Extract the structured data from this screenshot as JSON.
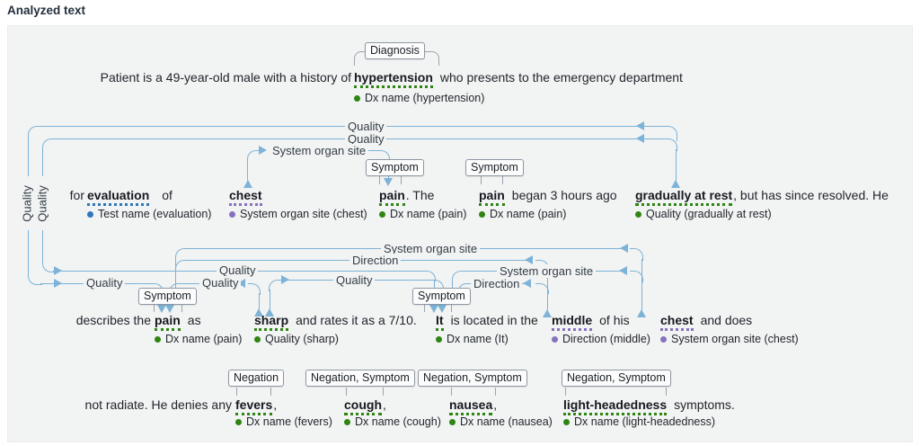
{
  "title": "Analyzed text",
  "colors": {
    "arc_blue": "#7db3d8",
    "entity_green": "#2e8512",
    "entity_purple": "#8672bd",
    "entity_blue": "#2e77bb"
  },
  "tags": {
    "diagnosis": "Diagnosis",
    "symptom": "Symptom",
    "negation": "Negation",
    "negation_symptom": "Negation, Symptom"
  },
  "arc_labels": {
    "quality": "Quality",
    "direction": "Direction",
    "system_organ_site": "System organ site"
  },
  "line1": {
    "pre": "Patient is a 49-year-old male with a history of",
    "entity": "hypertension",
    "post": "who presents to the emergency department",
    "annotation": "Dx name (hypertension)"
  },
  "line2": {
    "pre": "for",
    "e1": "evaluation",
    "e1_post": "of",
    "e1_ann": "Test name (evaluation)",
    "e2": "chest",
    "e2_ann": "System organ site (chest)",
    "e3": "pain",
    "e3_post": ". The",
    "e3_ann": "Dx name (pain)",
    "e4": "pain",
    "e4_post": "began 3 hours ago",
    "e4_ann": "Dx name (pain)",
    "e5": "gradually at rest",
    "e5_post": ", but has since resolved. He",
    "e5_ann": "Quality (gradually at rest)"
  },
  "line3": {
    "pre": "describes the",
    "e1": "pain",
    "e1_post": "as",
    "e1_ann": "Dx name (pain)",
    "e2": "sharp",
    "e2_post": "and rates it as a 7/10.",
    "e2_ann": "Quality (sharp)",
    "e3": "It",
    "e3_post": "is located in the",
    "e3_ann": "Dx name (It)",
    "e4": "middle",
    "e4_post": "of his",
    "e4_ann": "Direction (middle)",
    "e5": "chest",
    "e5_post": "and does",
    "e5_ann": "System organ site (chest)"
  },
  "line4": {
    "pre": "not radiate. He denies any",
    "e1": "fevers",
    "e1_post": ",",
    "e1_ann": "Dx name (fevers)",
    "e2": "cough",
    "e2_post": ",",
    "e2_ann": "Dx name (cough)",
    "e3": "nausea",
    "e3_post": ",",
    "e3_ann": "Dx name (nausea)",
    "e4": "light-headedness",
    "e4_post": "symptoms.",
    "e4_ann": "Dx name (light-headedness)"
  }
}
